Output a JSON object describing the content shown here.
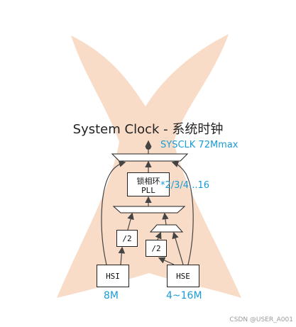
{
  "title": "System Clock - 系统时钟",
  "sysclk_label": "SYSCLK 72Mmax",
  "pll": {
    "line1": "锁相环",
    "line2": "PLL"
  },
  "multiplier_label": "*2/3/4...16",
  "divider_1": "/2",
  "divider_2": "/2",
  "hsi": {
    "label": "HSI",
    "freq": "8M"
  },
  "hse": {
    "label": "HSE",
    "freq": "4~16M"
  },
  "watermark": "CSDN @USER_A001",
  "colors": {
    "accent_text": "#1a9bd7",
    "background_shape": "#f8dcc8",
    "line": "#222222"
  }
}
